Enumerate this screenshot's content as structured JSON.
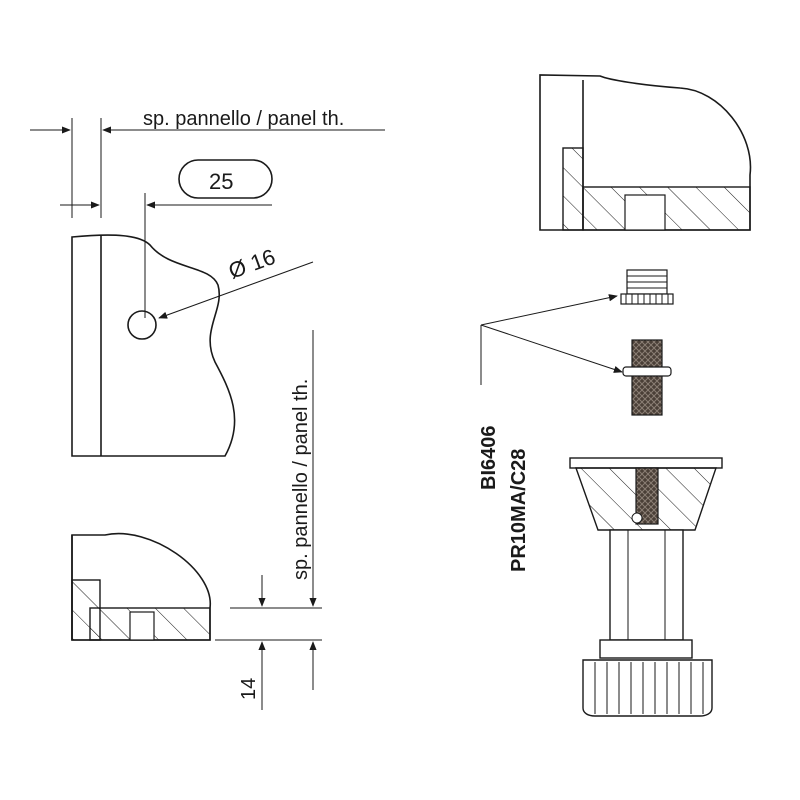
{
  "labels": {
    "panel_thickness_top": "sp. pannello / panel th.",
    "panel_thickness_side": "sp. pannello / panel th.",
    "slot_width": "25",
    "hole_diameter": "Ø 16",
    "height_offset": "14",
    "part_code_1": "BI6406",
    "part_code_2": "PR10MA/C28"
  }
}
